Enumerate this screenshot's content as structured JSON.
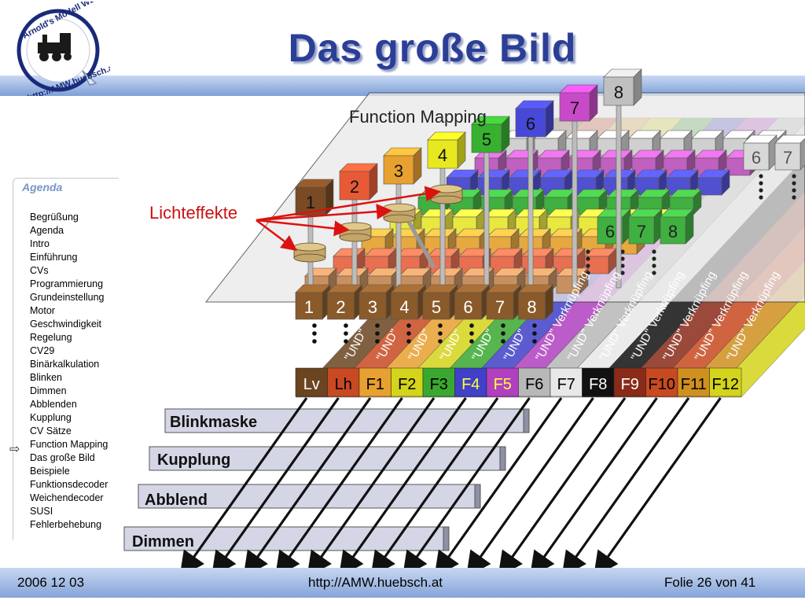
{
  "title": "Das große Bild",
  "logo": {
    "top_text": "Arnold's Modell WEB",
    "bottom_text": "http://AMW.huebsch.at"
  },
  "agenda": {
    "heading": "Agenda",
    "items": [
      "Begrüßung",
      "Agenda",
      "Intro",
      "Einführung",
      "CVs",
      "Programmierung",
      "Grundeinstellung",
      "Motor",
      "Geschwindigkeit",
      "Regelung",
      "CV29",
      "Binärkalkulation",
      "Blinken",
      "Dimmen",
      "Abblenden",
      "Kupplung",
      "CV Sätze",
      "Function Mapping",
      "Das große Bild",
      "Beispiele",
      "Funktionsdecoder",
      "Weichendecoder",
      "SUSI",
      "Fehlerbehebung"
    ],
    "current_index": 17
  },
  "diagram": {
    "plane_label": "Function Mapping",
    "light_label": "Lichteffekte",
    "outputs": [
      {
        "label": "1",
        "color": "#7a4a24"
      },
      {
        "label": "2",
        "color": "#e85a35"
      },
      {
        "label": "3",
        "color": "#e8a030"
      },
      {
        "label": "4",
        "color": "#e8e820"
      },
      {
        "label": "5",
        "color": "#38b030"
      },
      {
        "label": "6",
        "color": "#4848d8"
      },
      {
        "label": "7",
        "color": "#c84ac8"
      },
      {
        "label": "8",
        "color": "#c0c0c0"
      }
    ],
    "bottom_numbers": [
      "1",
      "2",
      "3",
      "4",
      "5",
      "6",
      "7",
      "8"
    ],
    "mid_numbers": [
      "6",
      "7",
      "8"
    ],
    "back_numbers": [
      "6",
      "7"
    ],
    "and_label": "\"UND\" Verknüpfing",
    "and_short": "\"UND\"",
    "functions": [
      {
        "label": "Lv",
        "color": "#6b4520",
        "text": "#ffffff"
      },
      {
        "label": "Lh",
        "color": "#c94a22",
        "text": "#000000"
      },
      {
        "label": "F1",
        "color": "#e8a030",
        "text": "#000000"
      },
      {
        "label": "F2",
        "color": "#d4d41c",
        "text": "#000000"
      },
      {
        "label": "F3",
        "color": "#3aa830",
        "text": "#000000"
      },
      {
        "label": "F4",
        "color": "#4040c8",
        "text": "#ffff40"
      },
      {
        "label": "F5",
        "color": "#b040c0",
        "text": "#ffff40"
      },
      {
        "label": "F6",
        "color": "#b8b8b8",
        "text": "#000000"
      },
      {
        "label": "F7",
        "color": "#e8e8e8",
        "text": "#000000"
      },
      {
        "label": "F8",
        "color": "#111111",
        "text": "#ffffff"
      },
      {
        "label": "F9",
        "color": "#8a2a18",
        "text": "#ffffff"
      },
      {
        "label": "F10",
        "color": "#c84a20",
        "text": "#000000"
      },
      {
        "label": "F11",
        "color": "#d09020",
        "text": "#000000"
      },
      {
        "label": "F12",
        "color": "#d4d41c",
        "text": "#000000"
      }
    ],
    "bars": [
      "Blinkmaske",
      "Kupplung",
      "Abblend",
      "Dimmen"
    ]
  },
  "footer": {
    "date": "2006 12 03",
    "url": "http://AMW.huebsch.at",
    "slide": "Folie 26 von  41"
  }
}
